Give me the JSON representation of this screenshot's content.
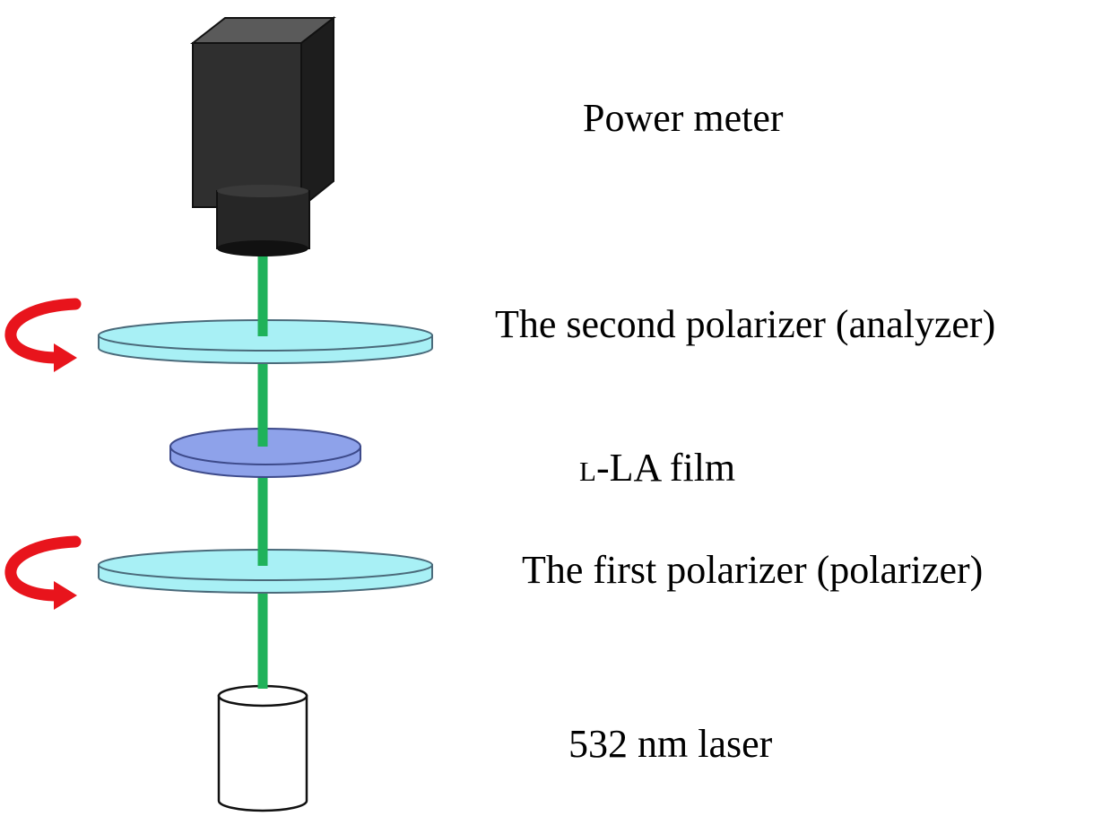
{
  "labels": {
    "power_meter": "Power meter",
    "second_polarizer": "The second polarizer (analyzer)",
    "film_prefix": "l",
    "film_suffix": "-LA film",
    "first_polarizer": "The first polarizer (polarizer)",
    "laser": "532 nm laser"
  },
  "colors": {
    "beam": "#1fb25a",
    "polarizer_fill": "#a8f0f5",
    "polarizer_edge": "#4a6a7a",
    "film_fill": "#8ea2ea",
    "film_edge": "#3d4a8a",
    "rotation_arrow": "#e8141c",
    "power_meter_body": "#2b2b2b",
    "laser_body": "#ffffff"
  },
  "icons": {
    "rotation": "curved-rotation-arrow-icon"
  }
}
